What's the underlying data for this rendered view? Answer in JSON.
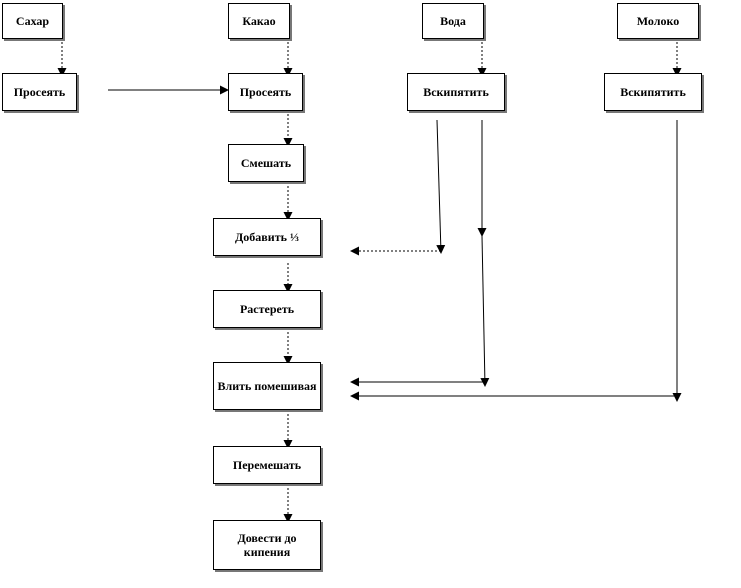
{
  "flowchart": {
    "inputs": {
      "sugar": "Сахар",
      "cocoa": "Какао",
      "water": "Вода",
      "milk": "Молоко"
    },
    "steps": {
      "sift_sugar": "Просеять",
      "sift_cocoa": "Просеять",
      "boil_water": "Вскипятить",
      "boil_milk": "Вскипятить",
      "mix": "Смешать",
      "add_third": "Добавить ⅓",
      "grind": "Растереть",
      "pour_stirring": "Влить помешивая",
      "stir": "Перемешать",
      "bring_to_boil": "Довести до кипения"
    },
    "colors": {
      "line": "#000000",
      "box_border": "#000000",
      "box_shadow": "#777777"
    }
  }
}
